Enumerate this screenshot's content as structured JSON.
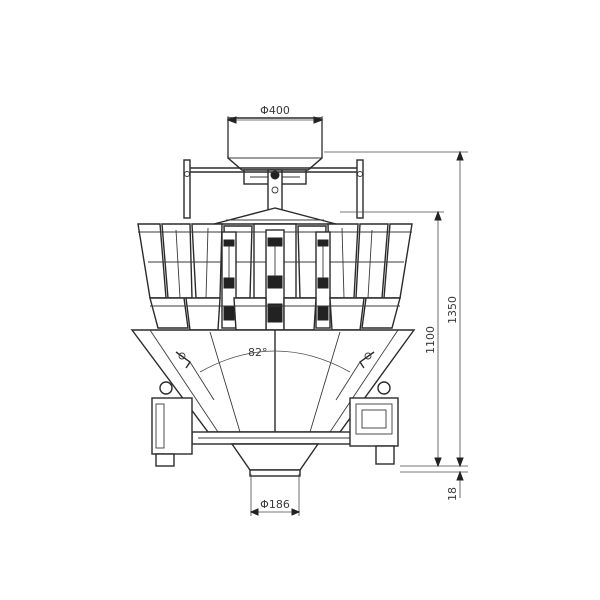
{
  "labels": {
    "top_diameter": "Φ400",
    "outlet_diameter": "Φ186",
    "cone_angle": "82°",
    "overall_height": "1350",
    "body_height": "1100",
    "foot_height": "18"
  },
  "colors": {
    "line": "#2b2b2b",
    "background": "#ffffff"
  }
}
